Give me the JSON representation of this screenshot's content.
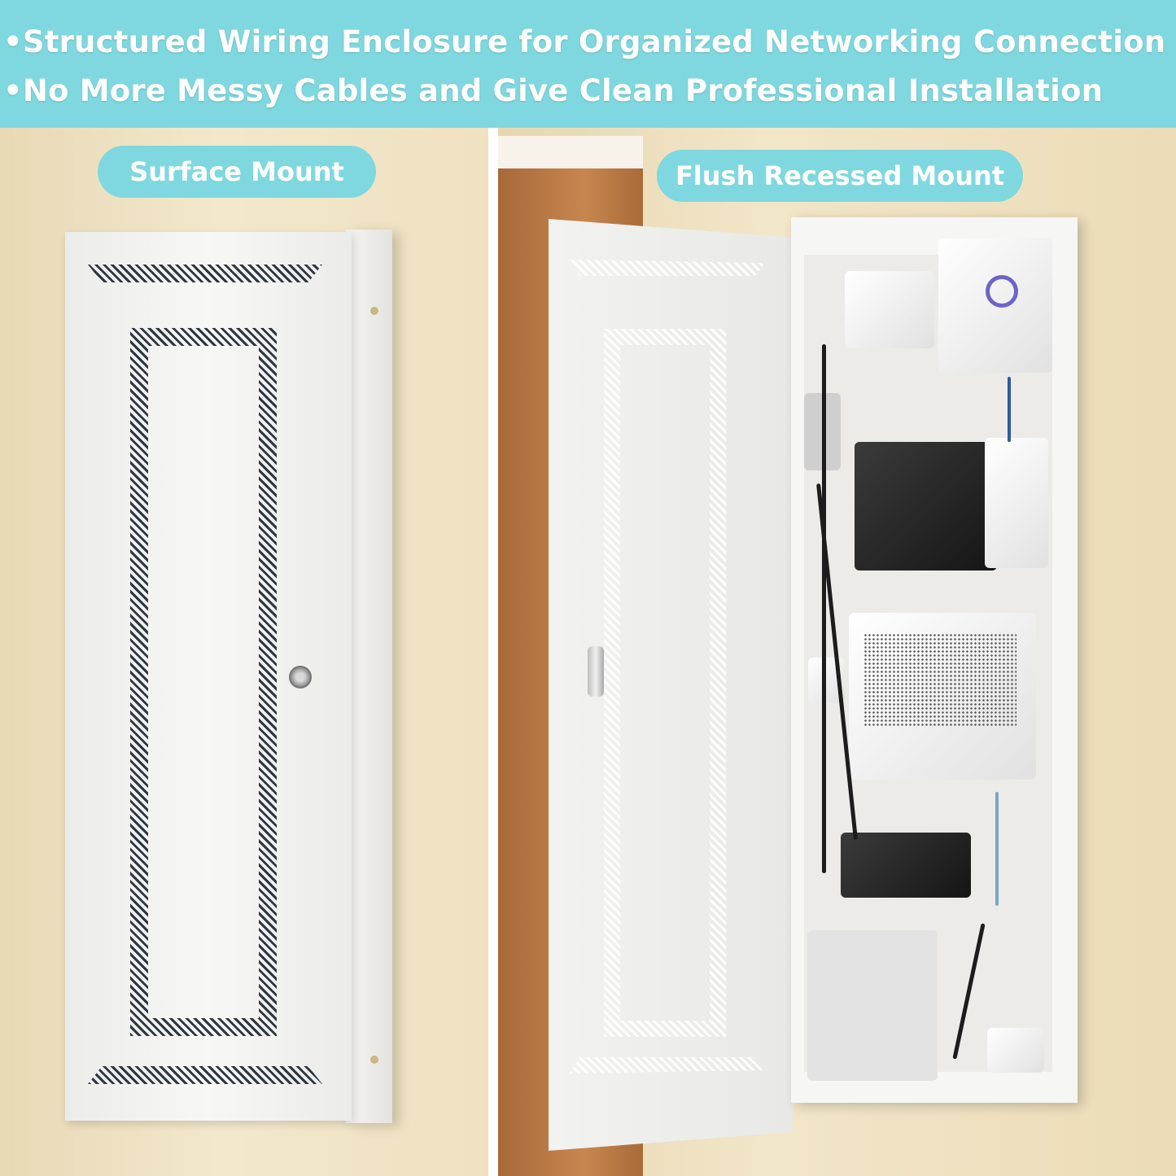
{
  "banner": {
    "line1": "•Structured Wiring Enclosure for Organized Networking Connection",
    "line2": "•No More Messy Cables and Give Clean Professional Installation"
  },
  "left_panel": {
    "label": "Surface Mount"
  },
  "right_panel": {
    "label": "Flush Recessed Mount"
  },
  "colors": {
    "accent": "#7fd8df",
    "text_on_accent": "#ffffff",
    "wall": "#efe3c6",
    "vent_pattern": "#2f3744",
    "power_ring": "#6c64c9"
  }
}
